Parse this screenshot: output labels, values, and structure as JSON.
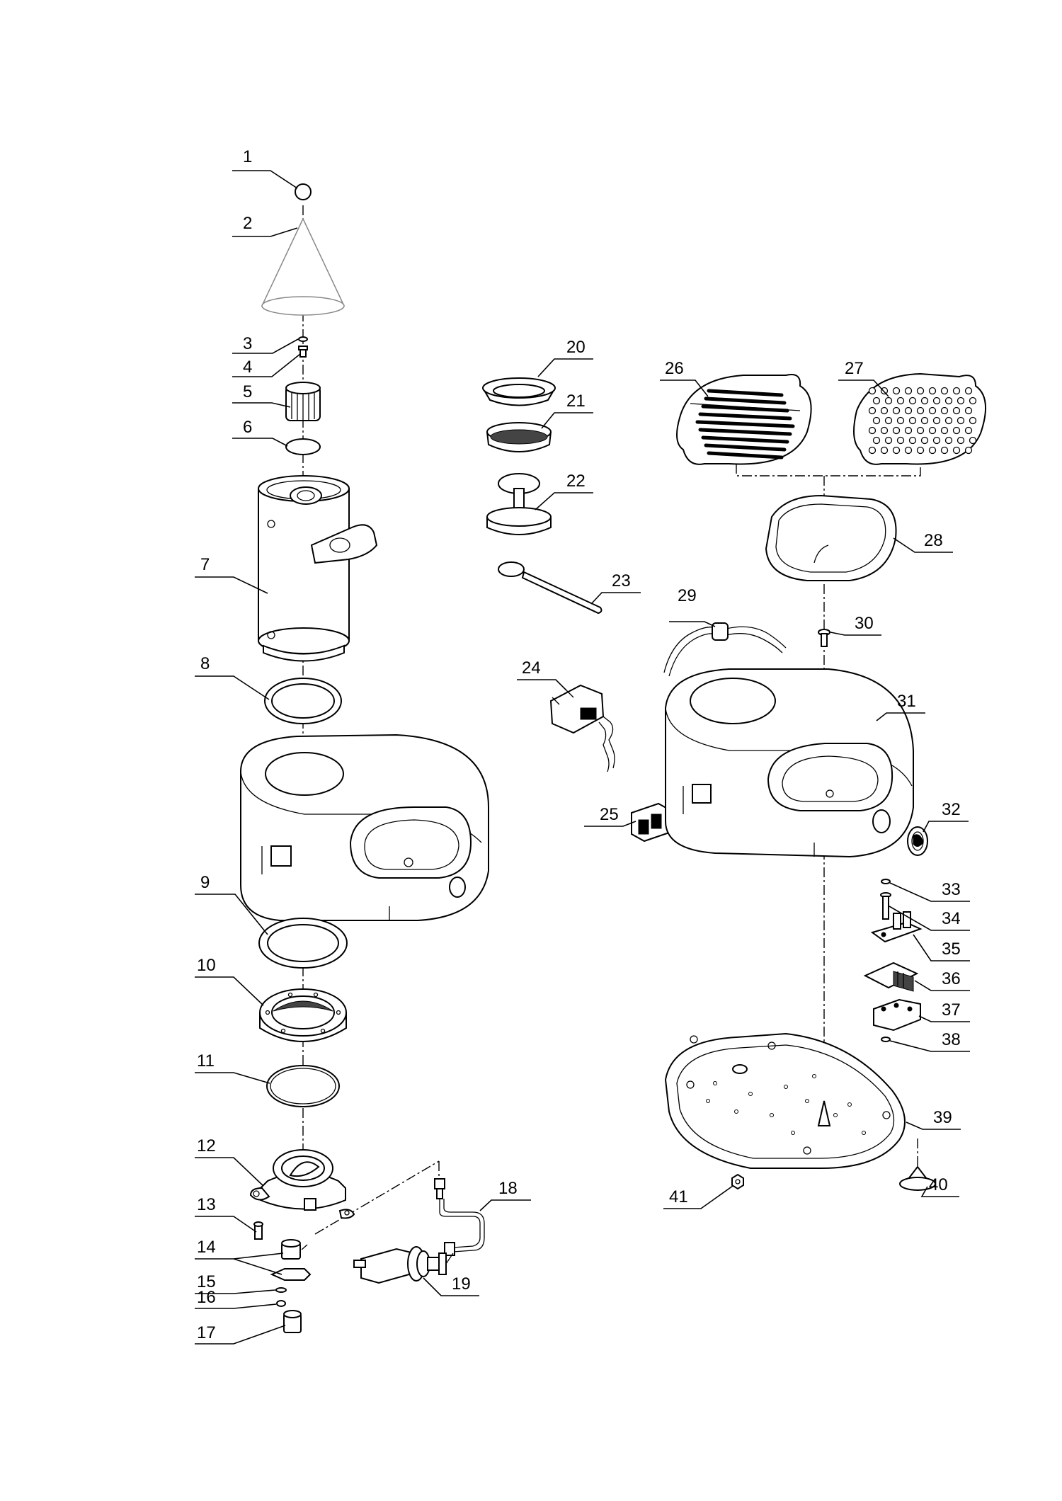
{
  "callouts": [
    {
      "id": "c1",
      "label": "1"
    },
    {
      "id": "c2",
      "label": "2"
    },
    {
      "id": "c3",
      "label": "3"
    },
    {
      "id": "c4",
      "label": "4"
    },
    {
      "id": "c5",
      "label": "5"
    },
    {
      "id": "c6",
      "label": "6"
    },
    {
      "id": "c7",
      "label": "7"
    },
    {
      "id": "c8",
      "label": "8"
    },
    {
      "id": "c9",
      "label": "9"
    },
    {
      "id": "c10",
      "label": "10"
    },
    {
      "id": "c11",
      "label": "11"
    },
    {
      "id": "c12",
      "label": "12"
    },
    {
      "id": "c13",
      "label": "13"
    },
    {
      "id": "c14",
      "label": "14"
    },
    {
      "id": "c15",
      "label": "15"
    },
    {
      "id": "c16",
      "label": "16"
    },
    {
      "id": "c17",
      "label": "17"
    },
    {
      "id": "c18",
      "label": "18"
    },
    {
      "id": "c19",
      "label": "19"
    },
    {
      "id": "c20",
      "label": "20"
    },
    {
      "id": "c21",
      "label": "21"
    },
    {
      "id": "c22",
      "label": "22"
    },
    {
      "id": "c23",
      "label": "23"
    },
    {
      "id": "c24",
      "label": "24"
    },
    {
      "id": "c25",
      "label": "25"
    },
    {
      "id": "c26",
      "label": "26"
    },
    {
      "id": "c27",
      "label": "27"
    },
    {
      "id": "c28",
      "label": "28"
    },
    {
      "id": "c29",
      "label": "29"
    },
    {
      "id": "c30",
      "label": "30"
    },
    {
      "id": "c31",
      "label": "31"
    },
    {
      "id": "c32",
      "label": "32"
    },
    {
      "id": "c33",
      "label": "33"
    },
    {
      "id": "c34",
      "label": "34"
    },
    {
      "id": "c35",
      "label": "35"
    },
    {
      "id": "c36",
      "label": "36"
    },
    {
      "id": "c37",
      "label": "37"
    },
    {
      "id": "c38",
      "label": "38"
    },
    {
      "id": "c39",
      "label": "39"
    },
    {
      "id": "c40",
      "label": "40"
    },
    {
      "id": "c41",
      "label": "41"
    }
  ]
}
